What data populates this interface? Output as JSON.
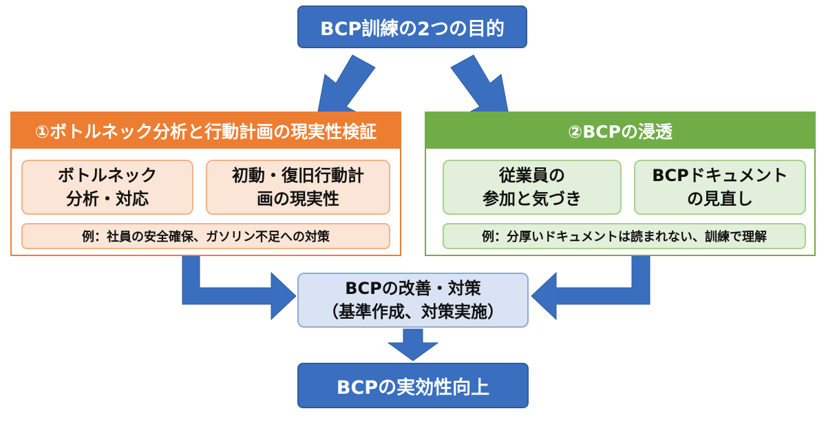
{
  "title": "BCP訓練の2つの目的",
  "left_panel": {
    "heading": "①ボトルネック分析と行動計画の現実性検証",
    "box1": "ボトルネック\n分析・対応",
    "box2": "初動・復旧行動計\n画の現実性",
    "example": "例：社員の安全確保、ガソリン不足への対策"
  },
  "right_panel": {
    "heading": "②BCPの浸透",
    "box1": "従業員の\n参加と気づき",
    "box2": "BCPドキュメント\nの見直し",
    "example": "例：分厚いドキュメントは読まれない、訓練で理解"
  },
  "middle": "BCPの改善・対策\n（基準作成、対策実施）",
  "result": "BCPの実効性向上",
  "colors": {
    "blue": "#3a6fbf",
    "orange": "#ed7d31",
    "green": "#70ad47",
    "light_blue": "#dae3f3",
    "arrow": "#3a6fbf"
  }
}
